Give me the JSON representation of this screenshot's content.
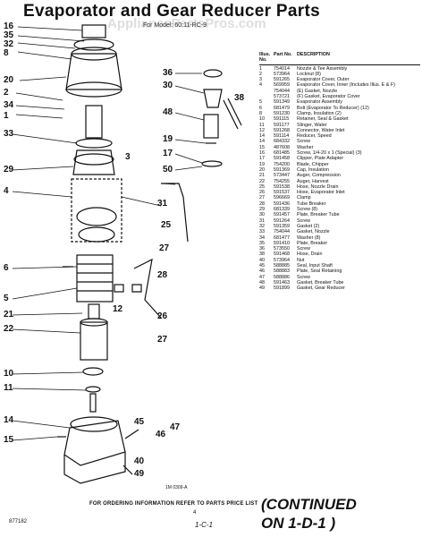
{
  "header": {
    "title": "Evaporator and Gear Reducer Parts",
    "subtitle": "For Model: 60:11-RC-9",
    "watermark": "AppliancePartsPros.com"
  },
  "diagram": {
    "callouts_left": [
      "16",
      "35",
      "32",
      "8",
      "20",
      "2",
      "34",
      "1",
      "33",
      "29",
      "4",
      "6",
      "5",
      "21",
      "22",
      "10",
      "11",
      "14",
      "15"
    ],
    "callouts_right": [
      "36",
      "30",
      "38",
      "48",
      "19",
      "17",
      "50",
      "3",
      "31",
      "25",
      "27",
      "28",
      "12",
      "26",
      "27",
      "46",
      "47",
      "45",
      "40",
      "49"
    ],
    "figure_ref": "1M 0309-A"
  },
  "parts_table": {
    "headers": [
      "Illus. No.",
      "Part No.",
      "DESCRIPTION"
    ],
    "rows": [
      [
        "1",
        "754014",
        "Nozzle & Tee Assembly"
      ],
      [
        "2",
        "573964",
        "Locknut (8)"
      ],
      [
        "3",
        "591265",
        "Evaporator Cover, Outer"
      ],
      [
        "4",
        "569959",
        "Evaporator Cover, Inner (Includes Illus. E & F)"
      ],
      [
        "",
        "754044",
        "(E) Gasket, Nozzle"
      ],
      [
        "",
        "573721",
        "(F) Gasket, Evaporator Cover"
      ],
      [
        "5",
        "591349",
        "Evaporator Assembly"
      ],
      [
        "6",
        "681479",
        "Bolt (Evaporator To Reducer) (12)"
      ],
      [
        "8",
        "591230",
        "Clamp, Insulation (2)"
      ],
      [
        "10",
        "591115",
        "Retainer, Seal & Gasket"
      ],
      [
        "11",
        "591177",
        "Slinger, Water"
      ],
      [
        "12",
        "591268",
        "Connector, Water Inlet"
      ],
      [
        "14",
        "591114",
        "Reducer, Speed"
      ],
      [
        "14",
        "684332",
        "Screw"
      ],
      [
        "15",
        "487608",
        "Washer"
      ],
      [
        "16",
        "681485",
        "Screw, 1/4-20 x 1 (Special) (3)"
      ],
      [
        "17",
        "591458",
        "Clipper, Plate Adapter"
      ],
      [
        "19",
        "754200",
        "Blade, Chipper"
      ],
      [
        "20",
        "591369",
        "Cap, Insulation"
      ],
      [
        "21",
        "573447",
        "Auger, Compression"
      ],
      [
        "22",
        "754255",
        "Auger, Harvest"
      ],
      [
        "25",
        "591538",
        "Hose, Nozzle Drain"
      ],
      [
        "26",
        "591537",
        "Hose, Evaporator Inlet"
      ],
      [
        "27",
        "596669",
        "Clamp"
      ],
      [
        "28",
        "591436",
        "Tube Breaker"
      ],
      [
        "29",
        "681339",
        "Screw (8)"
      ],
      [
        "30",
        "591457",
        "Plate, Breaker Tube"
      ],
      [
        "31",
        "591264",
        "Screw"
      ],
      [
        "32",
        "591359",
        "Gasket (2)"
      ],
      [
        "33",
        "754044",
        "Gasket, Nozzle"
      ],
      [
        "34",
        "681477",
        "Washer (8)"
      ],
      [
        "35",
        "591410",
        "Plate, Breaker"
      ],
      [
        "36",
        "573550",
        "Screw"
      ],
      [
        "38",
        "591468",
        "Hose, Drain"
      ],
      [
        "40",
        "573964",
        "Nut"
      ],
      [
        "45",
        "588885",
        "Seal, Input Shaft"
      ],
      [
        "46",
        "588883",
        "Plate, Seal Retaining"
      ],
      [
        "47",
        "588886",
        "Screw"
      ],
      [
        "48",
        "591463",
        "Gasket, Breaker Tube"
      ],
      [
        "49",
        "591899",
        "Gasket, Gear Reducer"
      ]
    ]
  },
  "footer": {
    "ordering_note": "FOR ORDERING INFORMATION REFER TO PARTS PRICE LIST",
    "doc_number": "877182",
    "page_number": "4",
    "continued_line1": "(CONTINUED",
    "continued_line2": "ON 1-D-1 )",
    "handwritten": "1-C-1"
  }
}
